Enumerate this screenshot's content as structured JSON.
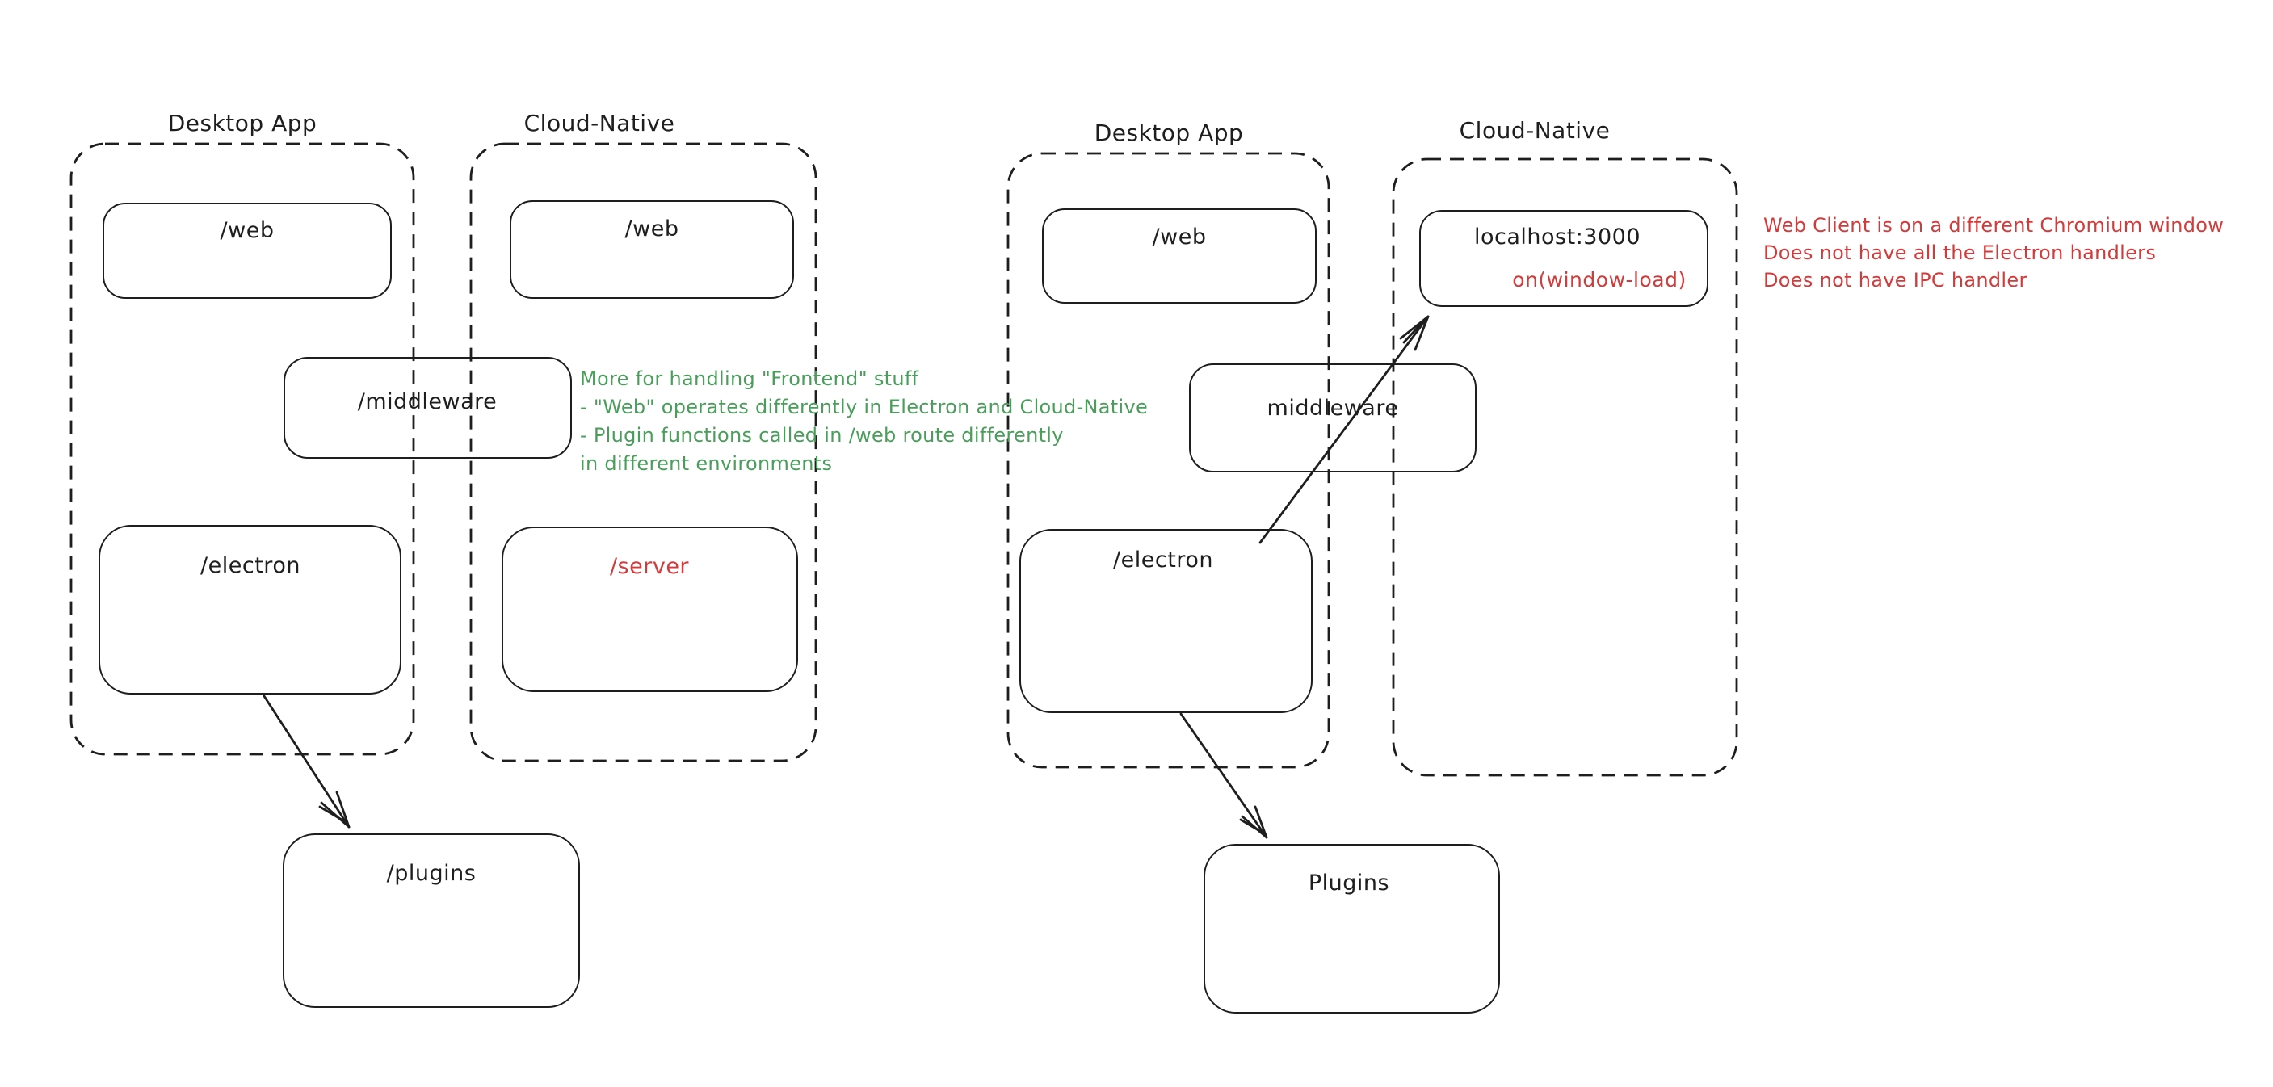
{
  "colors": {
    "ink": "#1e1e1e",
    "red": "#d13b3b",
    "green": "#4a9d5b",
    "background": "#ffffff"
  },
  "left_diagram": {
    "desktop_title": "Desktop App",
    "cloud_title": "Cloud-Native",
    "web_desktop": "/web",
    "web_cloud": "/web",
    "middleware": "/middleware",
    "electron": "/electron",
    "server": "/server",
    "plugins": "/plugins"
  },
  "right_diagram": {
    "desktop_title": "Desktop App",
    "cloud_title": "Cloud-Native",
    "web": "/web",
    "localhost": "localhost:3000",
    "window_load": "on(window-load)",
    "middleware": "middleware",
    "electron": "/electron",
    "plugins": "Plugins"
  },
  "annotations": {
    "green_note": {
      "color": "#4a9d5b",
      "lines": [
        "More for handling \"Frontend\" stuff",
        "- \"Web\" operates differently in Electron and Cloud-Native",
        "- Plugin functions called in /web route differently",
        "in different environments"
      ]
    },
    "red_note": {
      "color": "#d13b3b",
      "lines": [
        "Web Client is on a different Chromium window",
        "Does not have all the Electron handlers",
        "Does not have IPC handler"
      ]
    }
  }
}
